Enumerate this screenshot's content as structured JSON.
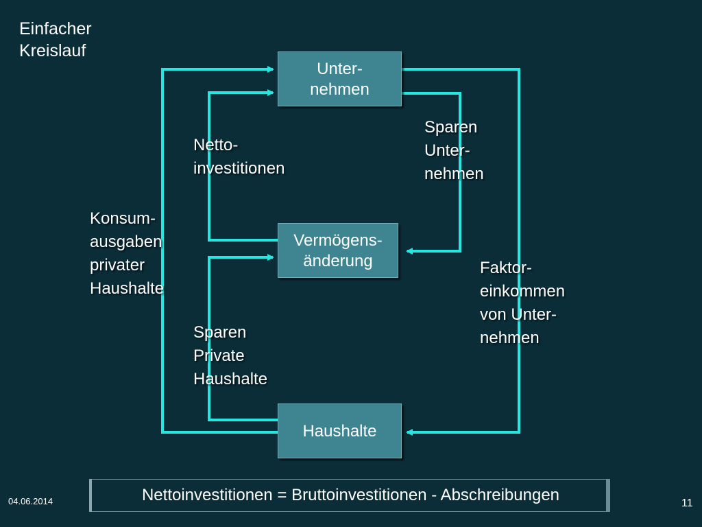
{
  "title": {
    "line1": "Einfacher",
    "line2": "Kreislauf"
  },
  "colors": {
    "background": "#0b2d38",
    "box_fill": "#3e8591",
    "arrow": "#27e6e0",
    "text": "#ffffff"
  },
  "nodes": {
    "unternehmen": {
      "line1": "Unter-",
      "line2": "nehmen"
    },
    "vermoegen": {
      "line1": "Vermögens-",
      "line2": "änderung"
    },
    "haushalte": {
      "line1": "Haushalte"
    }
  },
  "flows": {
    "konsum": {
      "line1": "Konsum-",
      "line2": "ausgaben",
      "line3": "privater",
      "line4": "Haushalte"
    },
    "netto": {
      "line1": "Netto-",
      "line2": "investitionen"
    },
    "sparen_u": {
      "line1": "Sparen",
      "line2": "Unter-",
      "line3": "nehmen"
    },
    "faktor": {
      "line1": "Faktor-",
      "line2": "einkommen",
      "line3": "von Unter-",
      "line4": "nehmen"
    },
    "sparen_h": {
      "line1": "Sparen",
      "line2": "Private",
      "line3": "Haushalte"
    }
  },
  "formula": "Nettoinvestitionen = Bruttoinvestitionen - Abschreibungen",
  "footer": {
    "date": "04.06.2014",
    "page": "11"
  }
}
